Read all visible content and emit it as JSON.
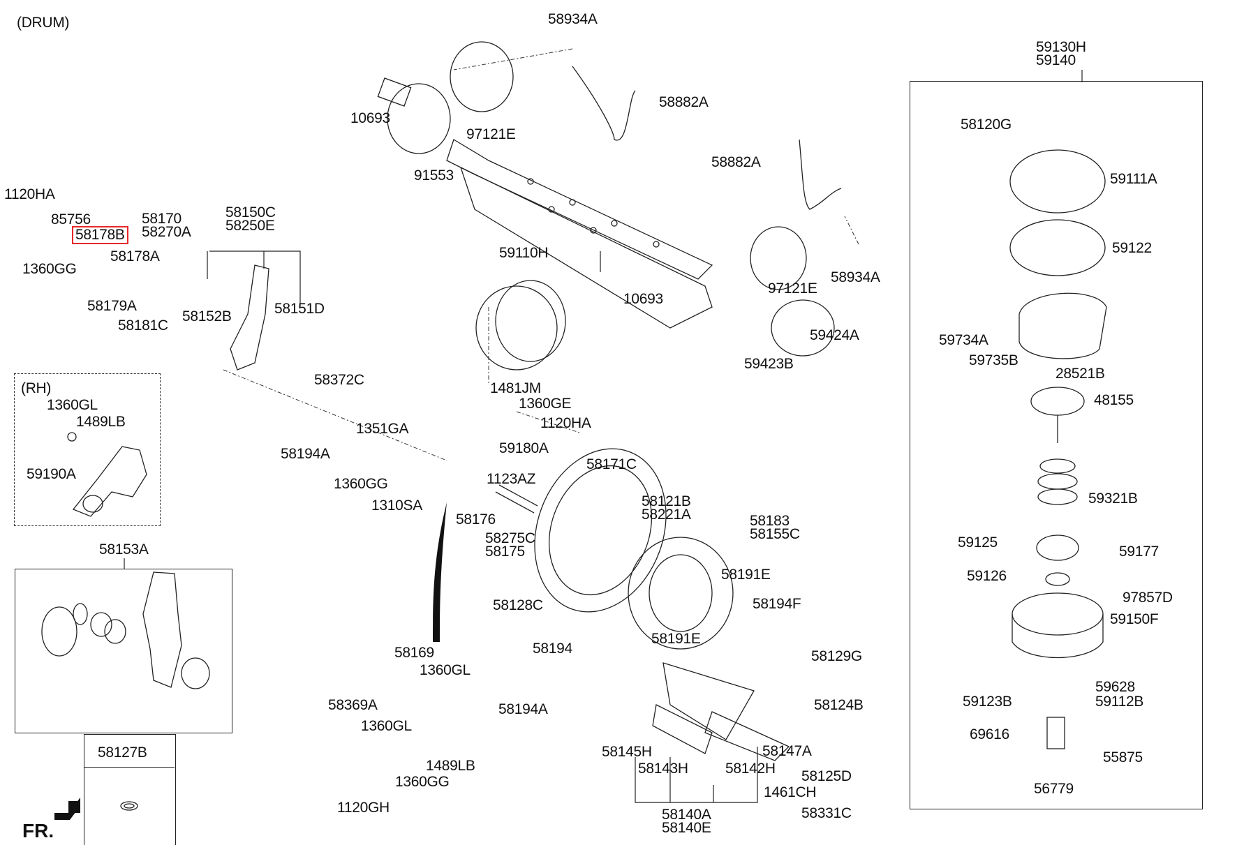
{
  "diagram": {
    "title": "(DRUM)",
    "front_indicator": "FR.",
    "highlight_color": "#e8262a",
    "highlighted_part": "58178B",
    "groups": {
      "rh_box": {
        "title": "(RH)"
      },
      "adjuster_kit_box": {
        "label": "58153A"
      },
      "seal_box": {
        "label": "58127B"
      },
      "chamber_box": {
        "label_line1": "59130H",
        "label_line2": "59140"
      }
    },
    "labels": {
      "p1120HA_a": "1120HA",
      "p85756": "85756",
      "p58178B": "58178B",
      "p1360GG_a": "1360GG",
      "p58178A": "58178A",
      "p58179A": "58179A",
      "p58181C": "58181C",
      "p58170": "58170",
      "p58270A": "58270A",
      "p58150C": "58150C",
      "p58250E": "58250E",
      "p58152B": "58152B",
      "p58151D": "58151D",
      "p58372C": "58372C",
      "p58194A_a": "58194A",
      "p1351GA": "1351GA",
      "p1360GG_b": "1360GG",
      "p1310SA": "1310SA",
      "p1360GL_rh": "1360GL",
      "p1489LB_rh": "1489LB",
      "p59190A": "59190A",
      "p58934A_a": "58934A",
      "p58882A_a": "58882A",
      "p10693_a": "10693",
      "p97121E_a": "97121E",
      "p91553": "91553",
      "p58882A_b": "58882A",
      "p58934A_b": "58934A",
      "p10693_b": "10693",
      "p97121E_b": "97121E",
      "p59424A": "59424A",
      "p59423B": "59423B",
      "p59110H": "59110H",
      "p1481JM": "1481JM",
      "p1360GE": "1360GE",
      "p1120HA_b": "1120HA",
      "p59180A": "59180A",
      "p1123AZ": "1123AZ",
      "p58171C": "58171C",
      "p58176": "58176",
      "p58275C": "58275C",
      "p58175": "58175",
      "p58128C": "58128C",
      "p58194": "58194",
      "p58121B": "58121B",
      "p58221A": "58221A",
      "p58183": "58183",
      "p58155C": "58155C",
      "p58191E_a": "58191E",
      "p58191E_b": "58191E",
      "p58194F": "58194F",
      "p58129G": "58129G",
      "p58124B": "58124B",
      "p58147A": "58147A",
      "p58145H": "58145H",
      "p58143H": "58143H",
      "p58142H": "58142H",
      "p58125D": "58125D",
      "p1461CH": "1461CH",
      "p58331C": "58331C",
      "p58140A": "58140A",
      "p58140E": "58140E",
      "p58169": "58169",
      "p1360GL_a": "1360GL",
      "p58369A": "58369A",
      "p1360GL_b": "1360GL",
      "p58194A_b": "58194A",
      "p1489LB": "1489LB",
      "p1360GG_c": "1360GG",
      "p1120GH": "1120GH",
      "p58120G": "58120G",
      "p59111A": "59111A",
      "p59122": "59122",
      "p59734A": "59734A",
      "p59735B": "59735B",
      "p28521B": "28521B",
      "p48155": "48155",
      "p59321B": "59321B",
      "p59125": "59125",
      "p59177": "59177",
      "p59126": "59126",
      "p97857D": "97857D",
      "p59150F": "59150F",
      "p59628": "59628",
      "p59123B": "59123B",
      "p59112B": "59112B",
      "p69616": "69616",
      "p55875": "55875",
      "p56779": "56779"
    }
  }
}
